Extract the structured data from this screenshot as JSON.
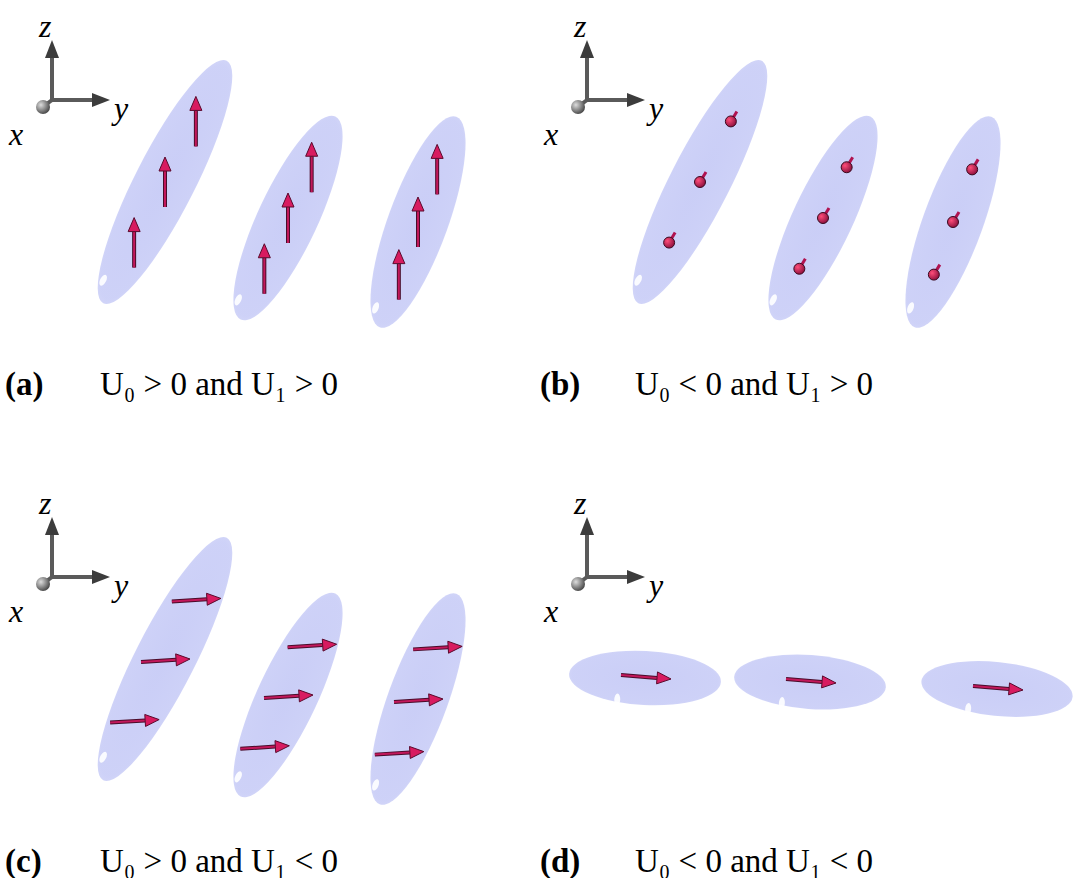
{
  "diagram": {
    "labels": [
      "z",
      "y",
      "x",
      "z",
      "y",
      "x",
      "(a)",
      "U₀ > 0 and U₁ > 0",
      "(b)",
      "U₀ < 0 and U₁ > 0",
      "z",
      "y",
      "x",
      "z",
      "y",
      "x",
      "(c)",
      "U₀ > 0 and U₁ < 0",
      "(d)",
      "U₀ < 0 and U₁ < 0"
    ]
  }
}
